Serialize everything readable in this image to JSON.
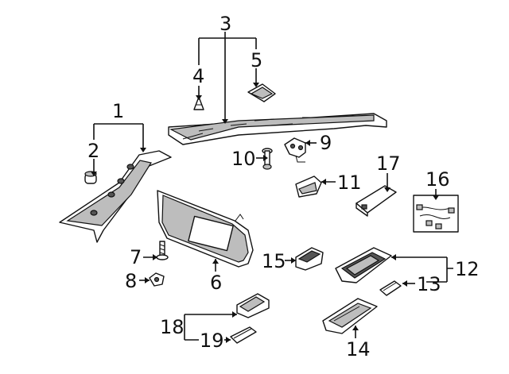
{
  "callouts": {
    "c1": "1",
    "c2": "2",
    "c3": "3",
    "c4": "4",
    "c5": "5",
    "c6": "6",
    "c7": "7",
    "c8": "8",
    "c9": "9",
    "c10": "10",
    "c11": "11",
    "c12": "12",
    "c13": "13",
    "c14": "14",
    "c15": "15",
    "c16": "16",
    "c17": "17",
    "c18": "18",
    "c19": "19"
  },
  "colors": {
    "ink": "#111111",
    "shade": "#bdbdbd",
    "dark": "#555555"
  }
}
